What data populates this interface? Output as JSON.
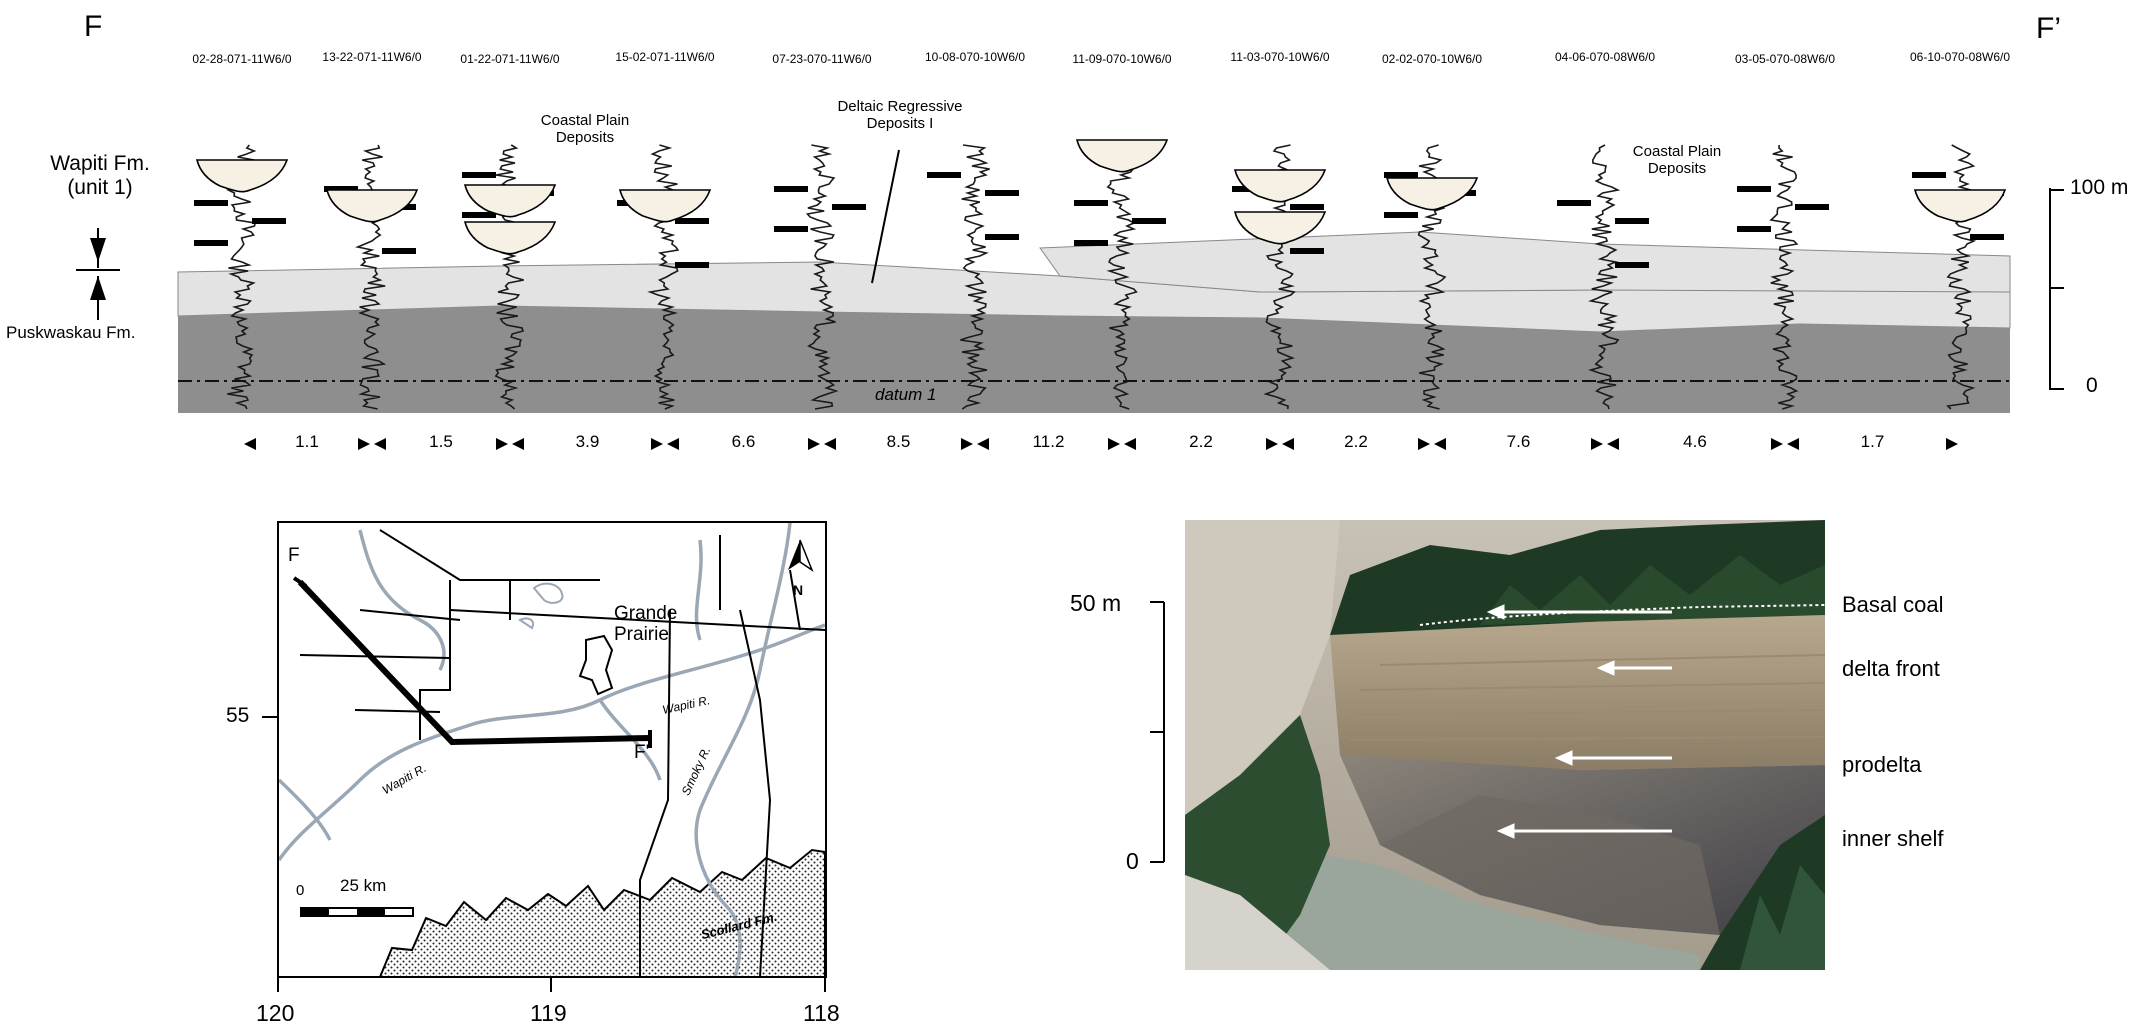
{
  "cross_section": {
    "label_left": "F",
    "label_right": "F’",
    "wells": [
      "02-28-071-11W6/0",
      "13-22-071-11W6/0",
      "01-22-071-11W6/0",
      "15-02-071-11W6/0",
      "07-23-070-11W6/0",
      "10-08-070-10W6/0",
      "11-09-070-10W6/0",
      "11-03-070-10W6/0",
      "02-02-070-10W6/0",
      "04-06-070-08W6/0",
      "03-05-070-08W6/0",
      "06-10-070-08W6/0"
    ],
    "distances": [
      "1.1",
      "1.5",
      "3.9",
      "6.6",
      "8.5",
      "11.2",
      "2.2",
      "2.2",
      "7.6",
      "4.6",
      "1.7"
    ],
    "annotations": {
      "coastal_plain_1_line1": "Coastal Plain",
      "coastal_plain_1_line2": "Deposits",
      "deltaic_line1": "Deltaic Regressive",
      "deltaic_line2": "Deposits I",
      "coastal_plain_2_line1": "Coastal Plain",
      "coastal_plain_2_line2": "Deposits",
      "datum": "datum 1"
    },
    "formations": {
      "wapiti_line1": "Wapiti Fm.",
      "wapiti_line2": "(unit 1)",
      "puskwaskau": "Puskwaskau Fm."
    },
    "scale": {
      "top": "100 m",
      "bottom": "0"
    },
    "colors": {
      "light_fill": "#e3e3e3",
      "dark_fill": "#8e8e8e",
      "log": "#1a1a1a"
    }
  },
  "map": {
    "label_f": "F",
    "label_f_prime": "F'",
    "city_line1": "Grande",
    "city_line2": "Prairie",
    "north": "N",
    "river_wapiti_1": "Wapiti R.",
    "river_wapiti_2": "Wapiti R.",
    "river_smoky": "Smoky R.",
    "scollard": "Scollard Fm.",
    "scale_zero": "0",
    "scale_len": "25 km",
    "lat_55": "55",
    "lon_120": "120",
    "lon_119": "119",
    "lon_118": "118",
    "colors": {
      "river": "#9aa7b4"
    }
  },
  "photo": {
    "scale_top": "50 m",
    "scale_bottom": "0",
    "labels": [
      "Basal coal",
      "delta front",
      "prodelta",
      "inner shelf"
    ]
  }
}
